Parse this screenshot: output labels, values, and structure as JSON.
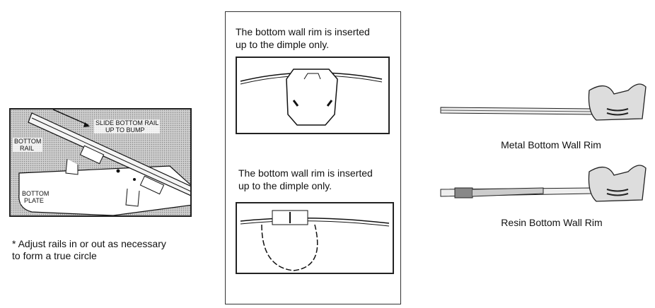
{
  "left_figure": {
    "labels": {
      "slide": "SLIDE BOTTOM RAIL",
      "slide2": "UP TO BUMP",
      "rail1": "BOTTOM",
      "rail2": "RAIL",
      "plate1": "BOTTOM",
      "plate2": "PLATE"
    },
    "caption_line1": "* Adjust rails in or out as necessary",
    "caption_line2": "to form a true circle"
  },
  "middle_panel": {
    "text1_line1": "The bottom wall rim is inserted",
    "text1_line2": "up to the dimple only.",
    "text2_line1": "The bottom wall rim is inserted",
    "text2_line2": "up to the dimple only."
  },
  "right_figures": {
    "metal_label": "Metal Bottom Wall Rim",
    "resin_label": "Resin Bottom Wall Rim"
  }
}
